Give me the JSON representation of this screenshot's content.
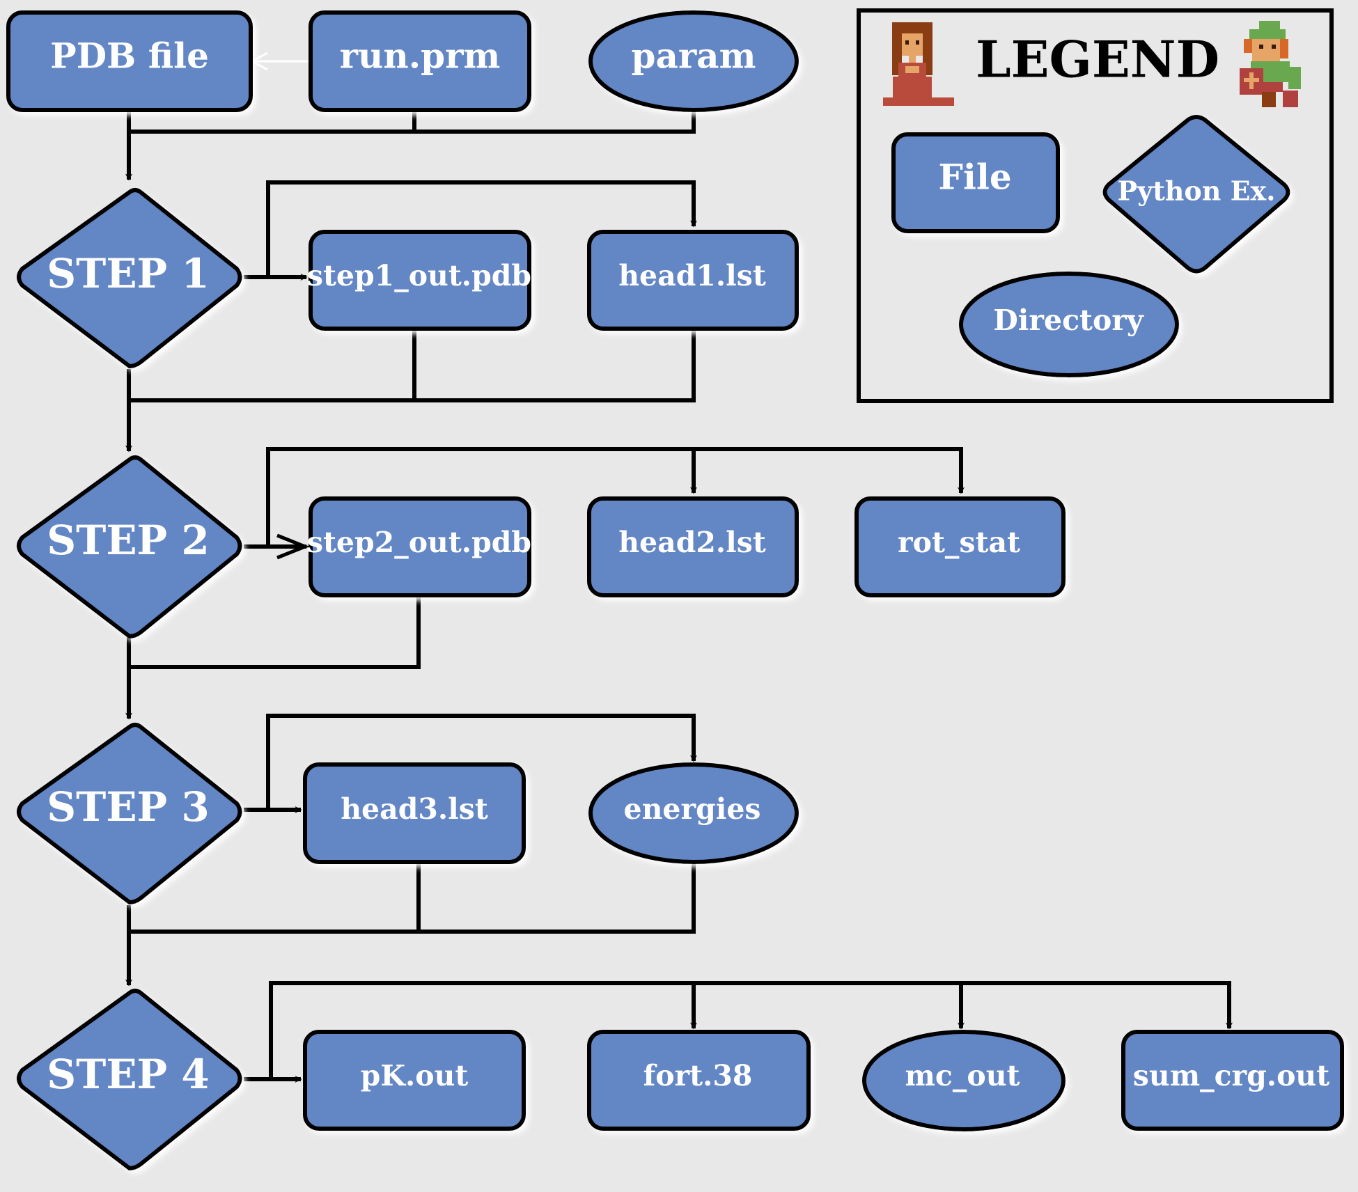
{
  "colors": {
    "node_fill": "#6486c5",
    "node_stroke": "#000000",
    "background": "#e8e8e8",
    "text": "#ffffff"
  },
  "inputs": {
    "pdb_file": "PDB file",
    "run_prm": "run.prm",
    "param": "param"
  },
  "steps": {
    "step1": "STEP 1",
    "step2": "STEP 2",
    "step3": "STEP 3",
    "step4": "STEP 4"
  },
  "outputs": {
    "step1_out": "step1_out.pdb",
    "head1": "head1.lst",
    "step2_out": "step2_out.pdb",
    "head2": "head2.lst",
    "rot_stat": "rot_stat",
    "head3": "head3.lst",
    "energies": "energies",
    "pk_out": "pK.out",
    "fort38": "fort.38",
    "mc_out": "mc_out",
    "sum_crg": "sum_crg.out"
  },
  "legend": {
    "title": "LEGEND",
    "file": "File",
    "python_ex": "Python Ex.",
    "directory": "Directory",
    "left_icon": "princess-pixel-icon",
    "right_icon": "elf-warrior-pixel-icon"
  }
}
